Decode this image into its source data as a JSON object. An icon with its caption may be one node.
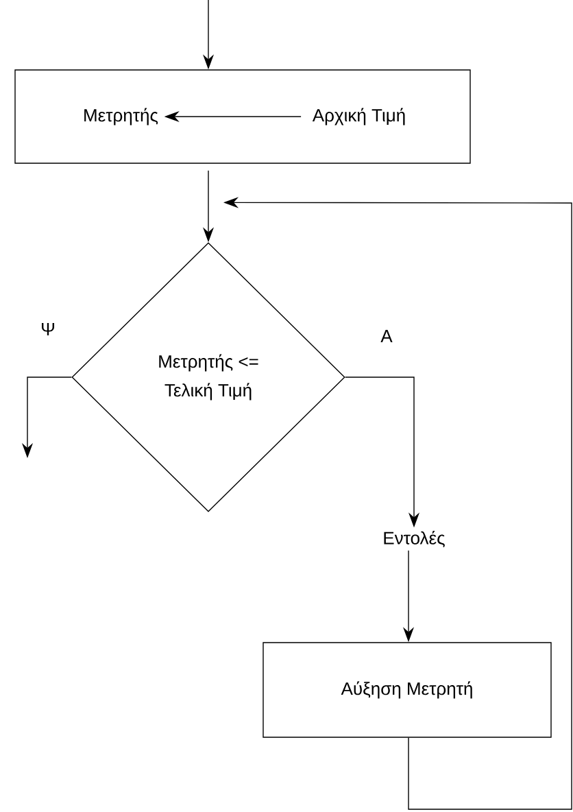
{
  "diagram": {
    "nodes": [
      {
        "text": [],
        "shape": "box"
      },
      {
        "text": [
          "Μετρητής"
        ],
        "in": 0
      },
      {
        "text": [
          "Αρχική Τιμή"
        ],
        "in": 0
      },
      {
        "text": [
          "Μετρητής <= Τελική Τιμή"
        ]
      },
      {
        "text": [
          "Εντολές"
        ]
      },
      {
        "text": [
          "Αύξηση Μετρητή"
        ]
      }
    ],
    "edges": [
      {
        "from": null,
        "to": 0,
        "arrow": "to"
      },
      {
        "from": 2,
        "to": 1,
        "arrow": "to"
      },
      {
        "from": 0,
        "to": 3,
        "arrow": "to"
      },
      {
        "from": 3,
        "to": null,
        "arrow": "to",
        "label": "Ψ"
      },
      {
        "from": 3,
        "to": 4,
        "arrow": "to",
        "label": "Α"
      },
      {
        "from": 4,
        "to": 5,
        "arrow": "to"
      },
      {
        "from": 5,
        "to": 3,
        "arrow": "to"
      }
    ]
  }
}
